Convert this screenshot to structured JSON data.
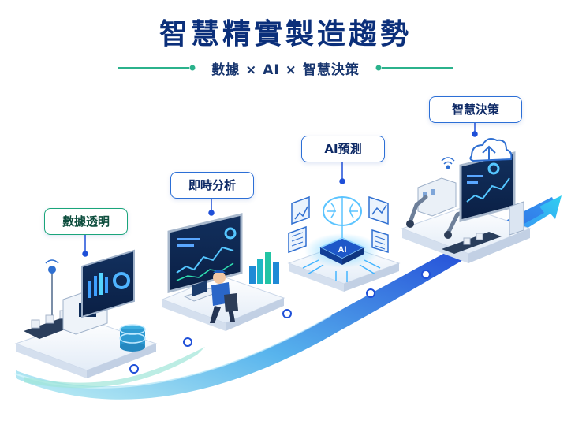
{
  "title": "智慧精實製造趨勢",
  "subtitle": "數據 × AI × 智慧決策",
  "stages": [
    {
      "label": "數據透明"
    },
    {
      "label": "即時分析"
    },
    {
      "label": "AI預測"
    },
    {
      "label": "智慧決策"
    }
  ],
  "chip_text": "AI",
  "colors": {
    "title": "#0b2f7a",
    "accent_blue": "#2c6fd6",
    "accent_teal": "#1aa57a",
    "ribbon_light": "#7fd7e8",
    "ribbon_dark": "#1e4fd8"
  }
}
